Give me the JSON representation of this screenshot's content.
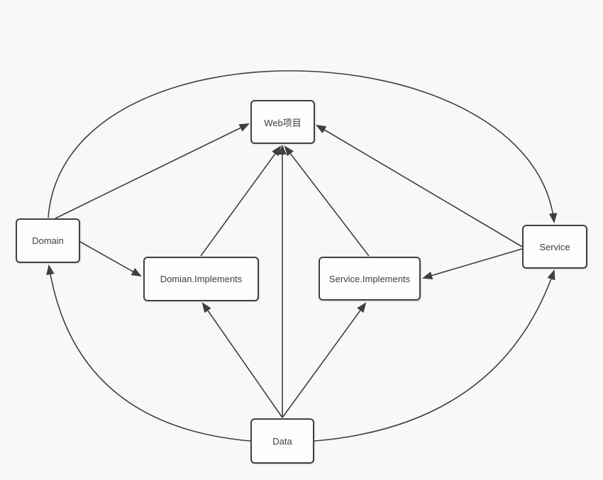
{
  "canvas": {
    "colors": {
      "background": "#f8f8f8",
      "stroke": "#3f3f3f",
      "node_fill": "#fdfdfd",
      "node_border": "#404040",
      "text_color": "#3f3f3f"
    }
  },
  "diagram": {
    "nodes": [
      {
        "id": "web-project",
        "label": "Web项目"
      },
      {
        "id": "domain",
        "label": "Domain"
      },
      {
        "id": "service",
        "label": "Service"
      },
      {
        "id": "domain-implements",
        "label": "Domian.Implements"
      },
      {
        "id": "service-implements",
        "label": "Service.Implements"
      },
      {
        "id": "data",
        "label": "Data"
      }
    ],
    "edges": [
      {
        "from": "Domain",
        "to": "Web项目",
        "shape": "straight"
      },
      {
        "from": "Service",
        "to": "Web项目",
        "shape": "straight"
      },
      {
        "from": "Domian.Implements",
        "to": "Web项目",
        "shape": "straight"
      },
      {
        "from": "Service.Implements",
        "to": "Web项目",
        "shape": "straight"
      },
      {
        "from": "Data",
        "to": "Web项目",
        "shape": "straight"
      },
      {
        "from": "Domain",
        "to": "Domian.Implements",
        "shape": "straight"
      },
      {
        "from": "Service",
        "to": "Service.Implements",
        "shape": "straight"
      },
      {
        "from": "Data",
        "to": "Domian.Implements",
        "shape": "straight"
      },
      {
        "from": "Data",
        "to": "Service.Implements",
        "shape": "straight"
      },
      {
        "from": "Domain",
        "to": "Service",
        "shape": "arc-top"
      },
      {
        "from": "Data",
        "to": "Domain",
        "shape": "arc-bottom"
      },
      {
        "from": "Data",
        "to": "Service",
        "shape": "arc-bottom"
      }
    ]
  }
}
